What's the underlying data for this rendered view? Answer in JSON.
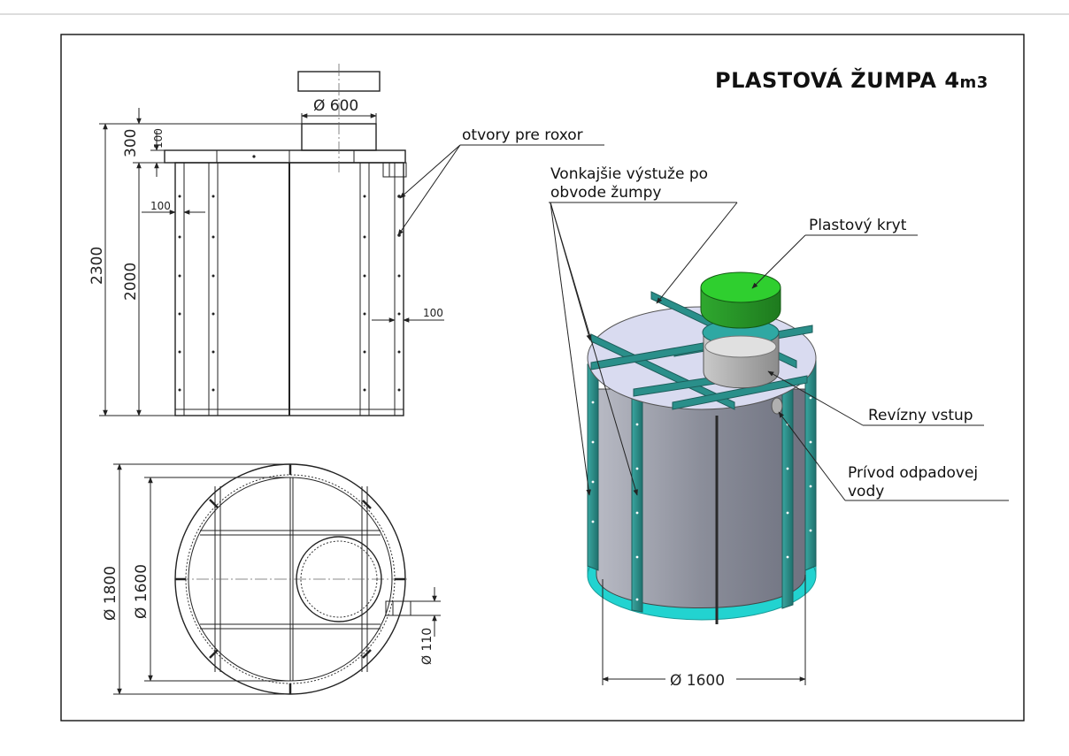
{
  "title": {
    "main": "PLASTOVÁ ŽUMPA 4",
    "suffix": "m3"
  },
  "labels": {
    "roxor": "otvory pre roxor",
    "vystuze_line1": "Vonkajšie výstuže po",
    "vystuze_line2": "obvode žumpy",
    "kryt": "Plastový kryt",
    "revizny": "Revízny vstup",
    "privod_line1": "Prívod odpadovej",
    "privod_line2": "vody"
  },
  "dimensions": {
    "d600": "Ø 600",
    "h2300": "2300",
    "h2000": "2000",
    "h300": "300",
    "h100": "100",
    "w100_left": "100",
    "w100_right": "100",
    "d1800": "Ø 1800",
    "d1600": "Ø 1600",
    "d110": "Ø 110",
    "d1600_iso": "Ø 1600"
  },
  "colors": {
    "green_cover": "#2fcf2f",
    "teal_ribs": "#2a8f8a",
    "cyan_ring": "#22d3d0",
    "body_gray": "#8a8d99",
    "lid_lavender": "#d9dbf0"
  }
}
